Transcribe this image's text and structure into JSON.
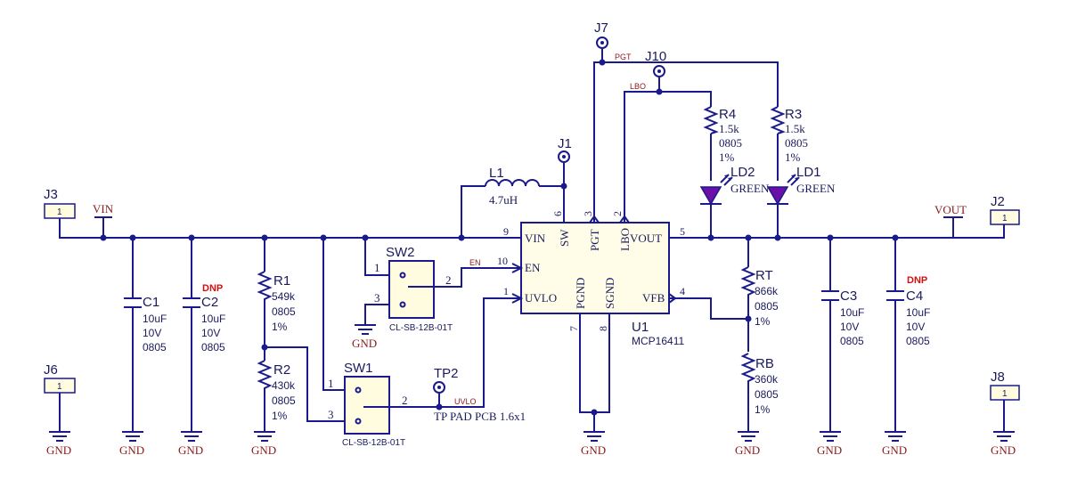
{
  "connectors": {
    "j3": {
      "ref": "J3",
      "pin": "1"
    },
    "j2": {
      "ref": "J2",
      "pin": "1"
    },
    "j6": {
      "ref": "J6",
      "pin": "1"
    },
    "j8": {
      "ref": "J8",
      "pin": "1"
    },
    "j1": {
      "ref": "J1"
    },
    "j7": {
      "ref": "J7"
    },
    "j10": {
      "ref": "J10"
    },
    "tp2": {
      "ref": "TP2",
      "value": "TP PAD PCB 1.6x1"
    }
  },
  "nets": {
    "vin": "VIN",
    "vout": "VOUT",
    "gnd": "GND",
    "pgt": "PGT",
    "lbo": "LBO",
    "en": "EN",
    "uvlo": "UVLO"
  },
  "dnp": "DNP",
  "inductor": {
    "ref": "L1",
    "value": "4.7uH"
  },
  "capacitors": {
    "c1": {
      "ref": "C1",
      "value": "10uF",
      "voltage": "10V",
      "package": "0805"
    },
    "c2": {
      "ref": "C2",
      "value": "10uF",
      "voltage": "10V",
      "package": "0805"
    },
    "c3": {
      "ref": "C3",
      "value": "10uF",
      "voltage": "10V",
      "package": "0805"
    },
    "c4": {
      "ref": "C4",
      "value": "10uF",
      "voltage": "10V",
      "package": "0805"
    }
  },
  "resistors": {
    "r1": {
      "ref": "R1",
      "value": "549k",
      "package": "0805",
      "tolerance": "1%"
    },
    "r2": {
      "ref": "R2",
      "value": "430k",
      "package": "0805",
      "tolerance": "1%"
    },
    "r3": {
      "ref": "R3",
      "value": "1.5k",
      "package": "0805",
      "tolerance": "1%"
    },
    "r4": {
      "ref": "R4",
      "value": "1.5k",
      "package": "0805",
      "tolerance": "1%"
    },
    "rt": {
      "ref": "RT",
      "value": "866k",
      "package": "0805",
      "tolerance": "1%"
    },
    "rb": {
      "ref": "RB",
      "value": "360k",
      "package": "0805",
      "tolerance": "1%"
    }
  },
  "leds": {
    "ld1": {
      "ref": "LD1",
      "color": "GREEN"
    },
    "ld2": {
      "ref": "LD2",
      "color": "GREEN"
    }
  },
  "switches": {
    "sw1": {
      "ref": "SW1",
      "part": "CL-SB-12B-01T",
      "pins": [
        "1",
        "2",
        "3"
      ]
    },
    "sw2": {
      "ref": "SW2",
      "part": "CL-SB-12B-01T",
      "pins": [
        "1",
        "2",
        "3"
      ]
    }
  },
  "ic": {
    "ref": "U1",
    "part": "MCP16411",
    "pins": {
      "vin": {
        "name": "VIN",
        "num": "9"
      },
      "en": {
        "name": "EN",
        "num": "10"
      },
      "uvlo": {
        "name": "UVLO",
        "num": "1"
      },
      "sw": {
        "name": "SW",
        "num": "6"
      },
      "pgt": {
        "name": "PGT",
        "num": "3"
      },
      "lbo": {
        "name": "LBO",
        "num": "2"
      },
      "vout": {
        "name": "VOUT",
        "num": "5"
      },
      "vfb": {
        "name": "VFB",
        "num": "4"
      },
      "pgnd": {
        "name": "PGND",
        "num": "7"
      },
      "sgnd": {
        "name": "SGND",
        "num": "8"
      }
    }
  }
}
